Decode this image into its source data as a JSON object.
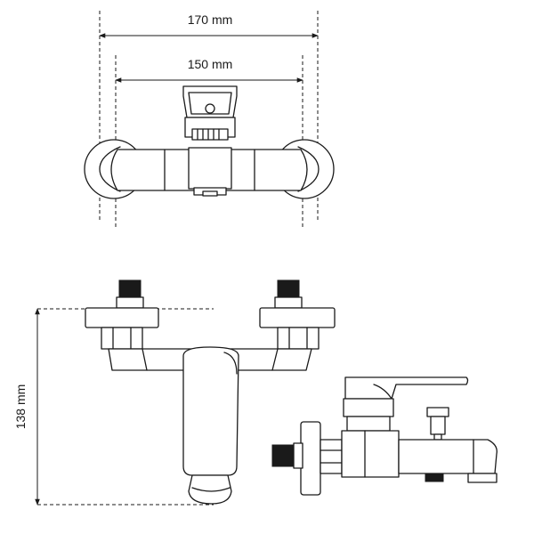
{
  "dimensions": {
    "outer_width": "170 mm",
    "inner_width": "150 mm",
    "height": "138 mm"
  },
  "colors": {
    "stroke": "#1a1a1a",
    "background": "#ffffff"
  }
}
